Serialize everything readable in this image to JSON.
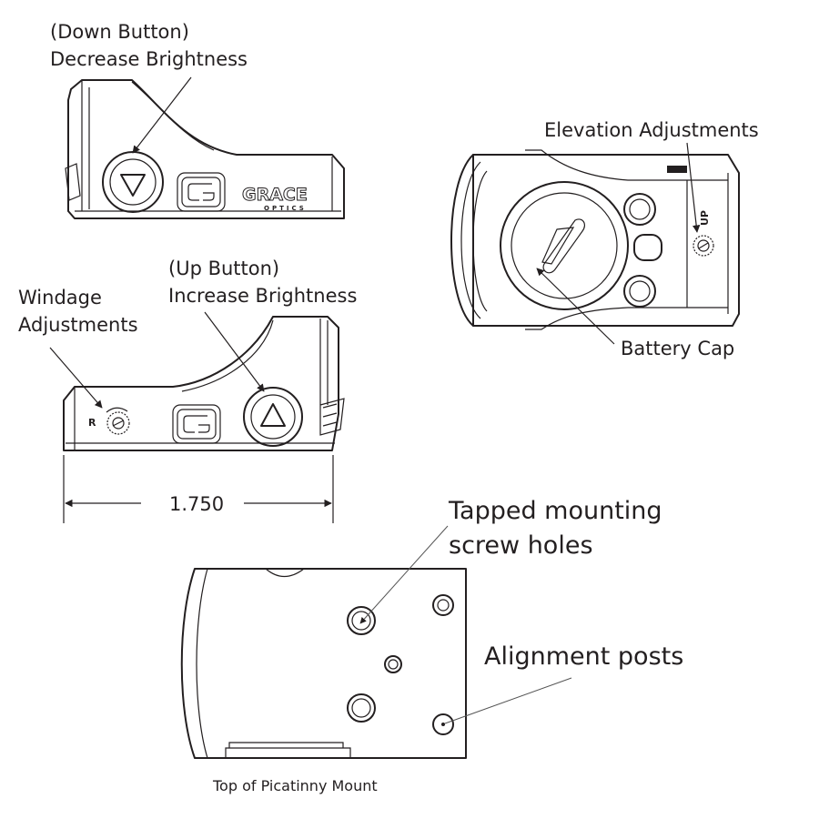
{
  "labels": {
    "down_button_line1": "(Down Button)",
    "down_button_line2": "Decrease Brightness",
    "up_button_line1": "(Up Button)",
    "up_button_line2": "Increase Brightness",
    "windage_line1": "Windage",
    "windage_line2": "Adjustments",
    "elevation": "Elevation Adjustments",
    "battery_cap": "Battery Cap",
    "dimension": "1.750",
    "tapped_holes_line1": "Tapped mounting",
    "tapped_holes_line2": "screw holes",
    "alignment_posts": "Alignment posts",
    "picatinny": "Top of Picatinny Mount"
  },
  "markings": {
    "logo_main": "GRACE",
    "logo_sub": "OPTICS",
    "up_marking": "UP",
    "r_marking": "R"
  },
  "icons": {
    "down_button": "triangle-down-icon",
    "up_button": "triangle-up-icon",
    "logo": "grace-optics-logo",
    "adjustment_screw": "knurled-screw-icon"
  }
}
